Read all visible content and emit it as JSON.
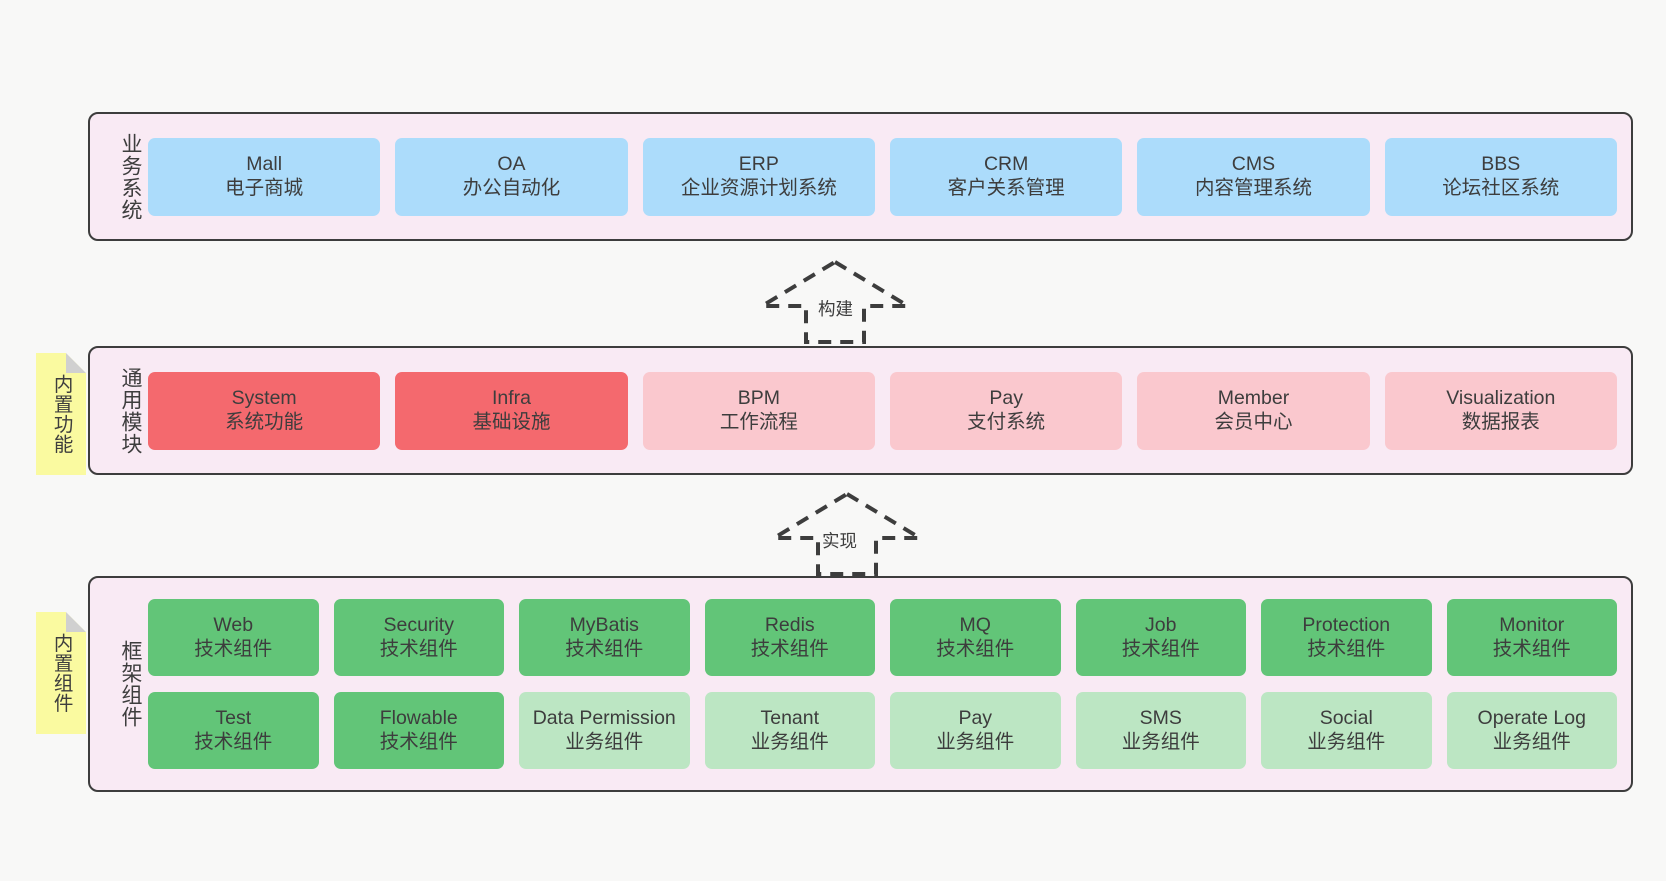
{
  "diagram": {
    "title": "ruoyi-vue-pro architecture layers",
    "colors": {
      "canvas": "#F8F8F7",
      "layer_fill": "#F9EAF4",
      "layer_border": "#3D3D3D",
      "business": "#ACDCFB",
      "common_core": "#F4696E",
      "common_optional": "#FAC8CE",
      "framework_tech": "#62C578",
      "framework_biz": "#BCE6C3",
      "note": "#FAFAA0",
      "note_fold": "#D0D0D0"
    }
  },
  "layers": [
    {
      "id": "business",
      "title": "业务系统",
      "rows": [
        {
          "cards": [
            {
              "name": "Mall",
              "desc": "电子商城"
            },
            {
              "name": "OA",
              "desc": "办公自动化"
            },
            {
              "name": "ERP",
              "desc": "企业资源计划系统"
            },
            {
              "name": "CRM",
              "desc": "客户关系管理"
            },
            {
              "name": "CMS",
              "desc": "内容管理系统"
            },
            {
              "name": "BBS",
              "desc": "论坛社区系统"
            }
          ]
        }
      ]
    },
    {
      "id": "common",
      "title": "通用模块",
      "note": "内置功能",
      "rows": [
        {
          "cards": [
            {
              "name": "System",
              "desc": "系统功能"
            },
            {
              "name": "Infra",
              "desc": "基础设施"
            },
            {
              "name": "BPM",
              "desc": "工作流程"
            },
            {
              "name": "Pay",
              "desc": "支付系统"
            },
            {
              "name": "Member",
              "desc": "会员中心"
            },
            {
              "name": "Visualization",
              "desc": "数据报表"
            }
          ]
        }
      ]
    },
    {
      "id": "framework",
      "title": "框架组件",
      "note": "内置组件",
      "rows": [
        {
          "cards": [
            {
              "name": "Web",
              "desc": "技术组件"
            },
            {
              "name": "Security",
              "desc": "技术组件"
            },
            {
              "name": "MyBatis",
              "desc": "技术组件"
            },
            {
              "name": "Redis",
              "desc": "技术组件"
            },
            {
              "name": "MQ",
              "desc": "技术组件"
            },
            {
              "name": "Job",
              "desc": "技术组件"
            },
            {
              "name": "Protection",
              "desc": "技术组件"
            },
            {
              "name": "Monitor",
              "desc": "技术组件"
            }
          ]
        },
        {
          "cards": [
            {
              "name": "Test",
              "desc": "技术组件"
            },
            {
              "name": "Flowable",
              "desc": "技术组件"
            },
            {
              "name": "Data Permission",
              "desc": "业务组件"
            },
            {
              "name": "Tenant",
              "desc": "业务组件"
            },
            {
              "name": "Pay",
              "desc": "业务组件"
            },
            {
              "name": "SMS",
              "desc": "业务组件"
            },
            {
              "name": "Social",
              "desc": "业务组件"
            },
            {
              "name": "Operate Log",
              "desc": "业务组件"
            }
          ]
        }
      ]
    }
  ],
  "connectors": [
    {
      "id": "build",
      "label": "构建"
    },
    {
      "id": "implement",
      "label": "实现"
    }
  ]
}
